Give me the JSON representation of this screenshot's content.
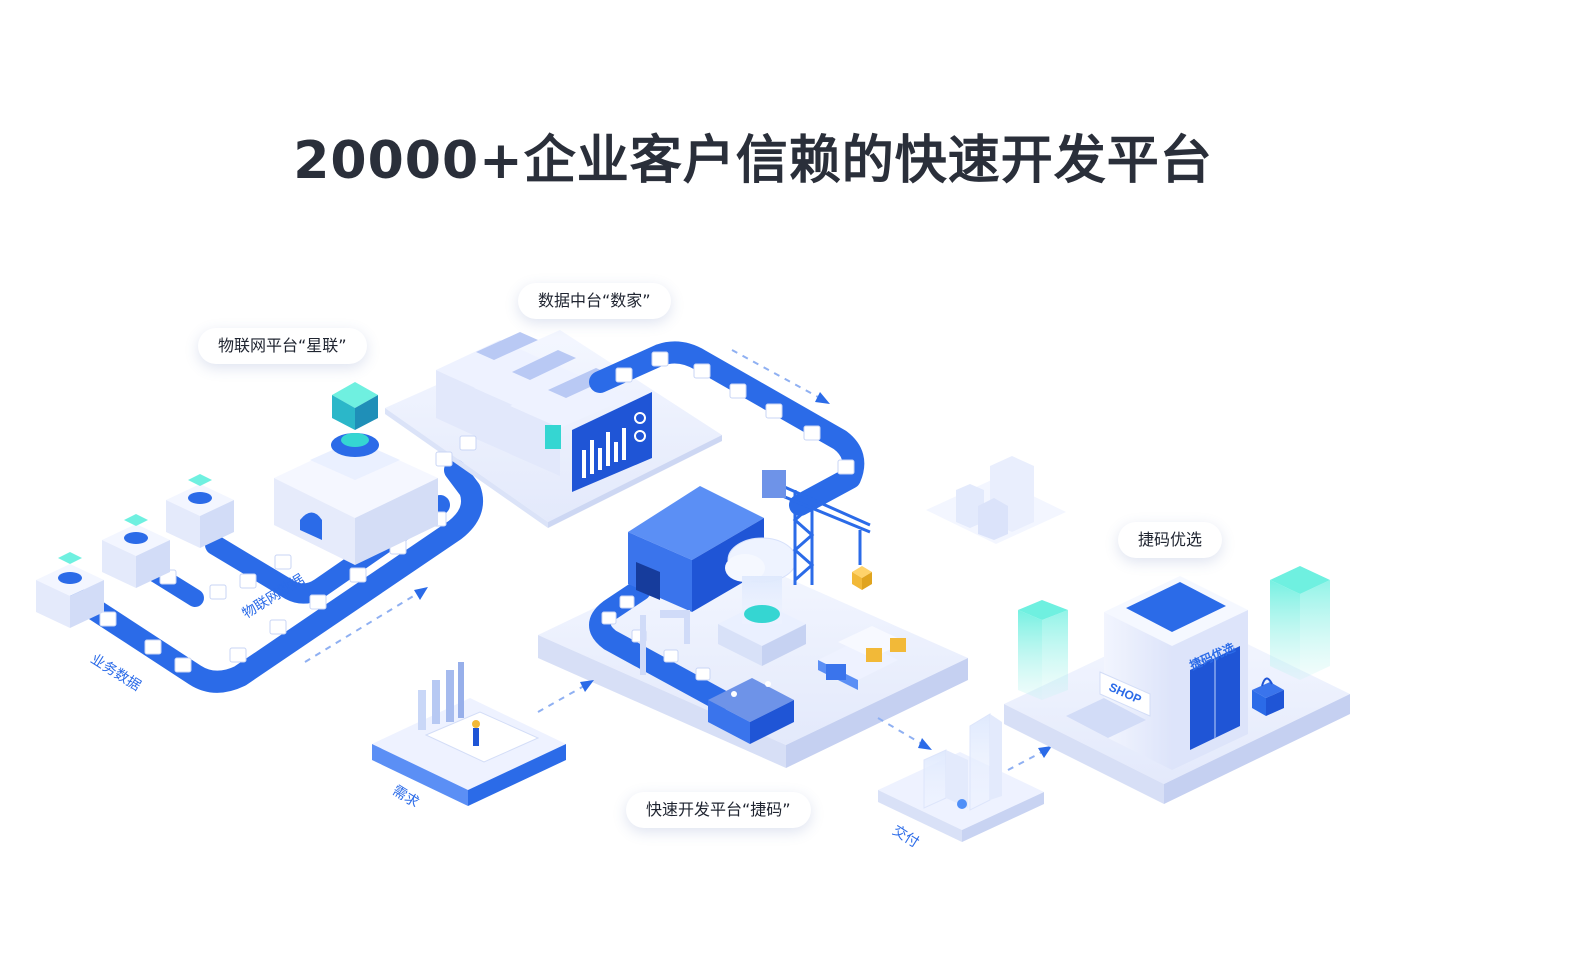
{
  "header": {
    "title": "20000+企业客户信赖的快速开发平台"
  },
  "callouts": {
    "iot_platform": "物联网平台“星联”",
    "data_platform": "数据中台“数家”",
    "shop": "捷码优选",
    "dev_platform": "快速开发平台“捷码”"
  },
  "flow_labels": {
    "business_data": "业务数据",
    "iot_data": "物联网数据",
    "requirement": "需求",
    "delivery": "交付"
  },
  "signs": {
    "shop_sign": "SHOP",
    "store_sign": "捷码优选"
  },
  "colors": {
    "primary_blue": "#2b6be8",
    "deep_blue": "#1f55d6",
    "teal": "#35d6d2",
    "title_text": "#2a2f3a"
  }
}
